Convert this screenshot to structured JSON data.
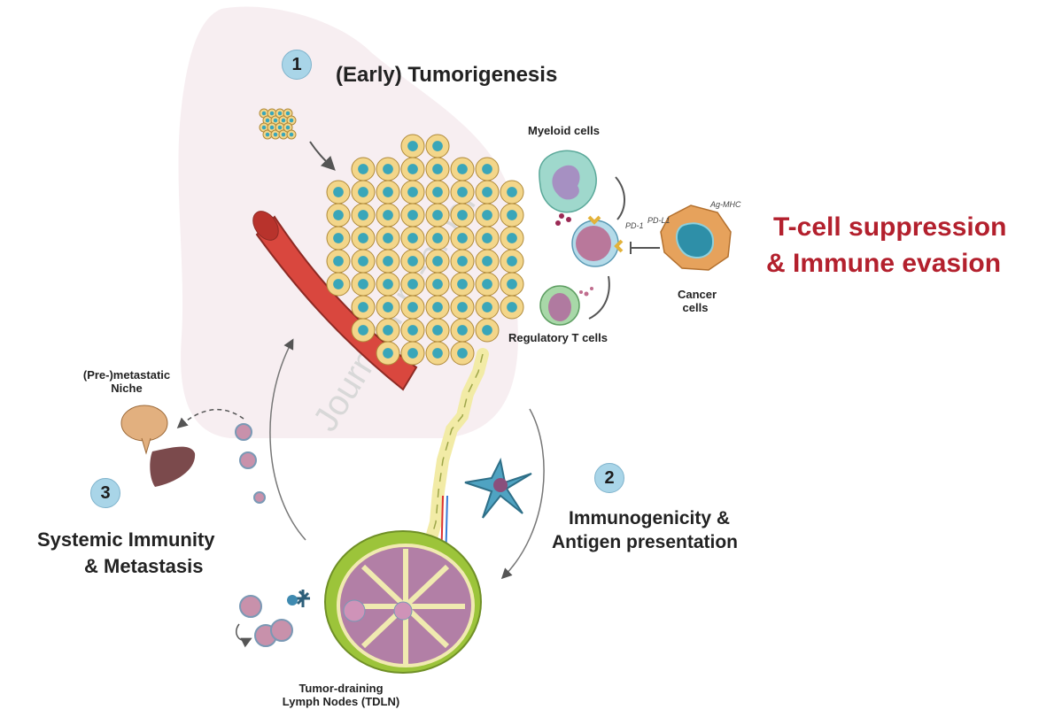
{
  "steps": [
    {
      "number": "1",
      "title": "(Early) Tumorigenesis"
    },
    {
      "number": "2",
      "title_line1": "Immunogenicity &",
      "title_line2": "Antigen presentation"
    },
    {
      "number": "3",
      "title_line1": "Systemic Immunity",
      "title_line2": "& Metastasis"
    }
  ],
  "suppression": {
    "line1": "T-cell suppression",
    "line2": "& Immune evasion",
    "color": "#b3202d"
  },
  "cell_labels": {
    "myeloid": "Myeloid cells",
    "treg": "Regulatory T cells",
    "cancer_line1": "Cancer",
    "cancer_line2": "cells",
    "pd1": "PD-1",
    "pdl1": "PD-L1",
    "agmhc": "Ag-MHC"
  },
  "niche": {
    "line1": "(Pre-)metastatic",
    "line2": "Niche"
  },
  "tdln": {
    "line1": "Tumor-draining",
    "line2": "Lymph Nodes (TDLN)"
  },
  "watermark": "Journal Pre-proof",
  "colors": {
    "badge": "#a9d5e8",
    "tumor_cell": "#f3d68a",
    "nucleus": "#3aa6b9",
    "vessel": "#d9473e",
    "lymph_node": "#9cc43a"
  }
}
